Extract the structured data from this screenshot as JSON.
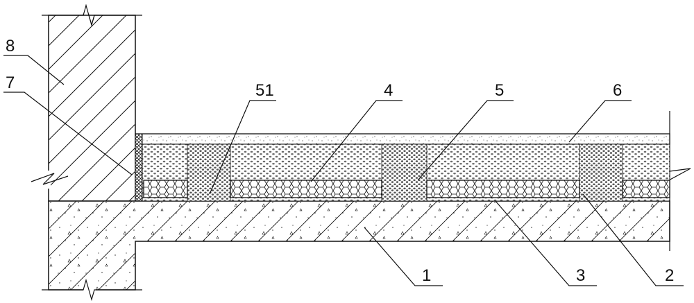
{
  "diagram": {
    "labels": {
      "l1": "1",
      "l2": "2",
      "l3": "3",
      "l4": "4",
      "l5": "5",
      "l51": "51",
      "l6": "6",
      "l7": "7",
      "l8": "8"
    },
    "colors": {
      "line": "#111111",
      "background": "#ffffff",
      "gravel": "#6b6b6b"
    }
  }
}
